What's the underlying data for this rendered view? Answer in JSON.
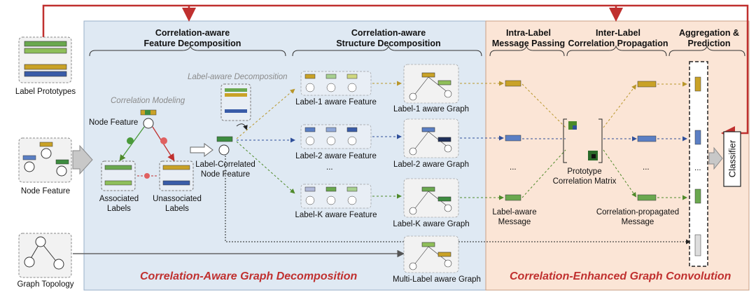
{
  "inputs": {
    "label_prototypes": "Label Prototypes",
    "node_feature": "Node Feature",
    "graph_topology": "Graph Topology"
  },
  "left_panel": {
    "title": "Correlation-Aware Graph Decomposition",
    "feature_decomp": [
      "Correlation-aware",
      "Feature Decomposition"
    ],
    "structure_decomp": [
      "Correlation-aware",
      "Structure Decomposition"
    ],
    "correlation_modeling": "Correlation Modeling",
    "label_aware_decomposition": "Label-aware Decomposition",
    "node_feature": "Node Feature",
    "associated_labels": [
      "Associated",
      "Labels"
    ],
    "unassociated_labels": [
      "Unassociated",
      "Labels"
    ],
    "label_correlated": [
      "Label-Correlated",
      "Node Feature"
    ],
    "features": [
      "Label-1 aware Feature",
      "Label-2 aware Feature",
      "Label-K aware Feature"
    ],
    "graphs": [
      "Label-1 aware Graph",
      "Label-2 aware Graph",
      "Label-K aware Graph"
    ],
    "multi_label_graph": "Multi-Label aware Graph",
    "ellipsis": "..."
  },
  "right_panel": {
    "title": "Correlation-Enhanced Graph Convolution",
    "intra": [
      "Intra-Label",
      "Message Passing"
    ],
    "inter": [
      "Inter-Label",
      "Correlation Propagation"
    ],
    "aggregation": [
      "Aggregation &",
      "Prediction"
    ],
    "label_aware_message": [
      "Label-aware",
      "Message"
    ],
    "prototype_matrix": [
      "Prototype",
      "Correlation Matrix"
    ],
    "propagated_message": [
      "Correlation-propagated",
      "Message"
    ],
    "classifier": "Classifier",
    "ellipsis": "..."
  },
  "colors": {
    "red_arrow": "#c0302f",
    "left_bg": "#dfe9f3",
    "right_bg": "#fbe5d6",
    "green": "#70ad47",
    "gold": "#c9a227",
    "navy": "#2f4f9a"
  }
}
